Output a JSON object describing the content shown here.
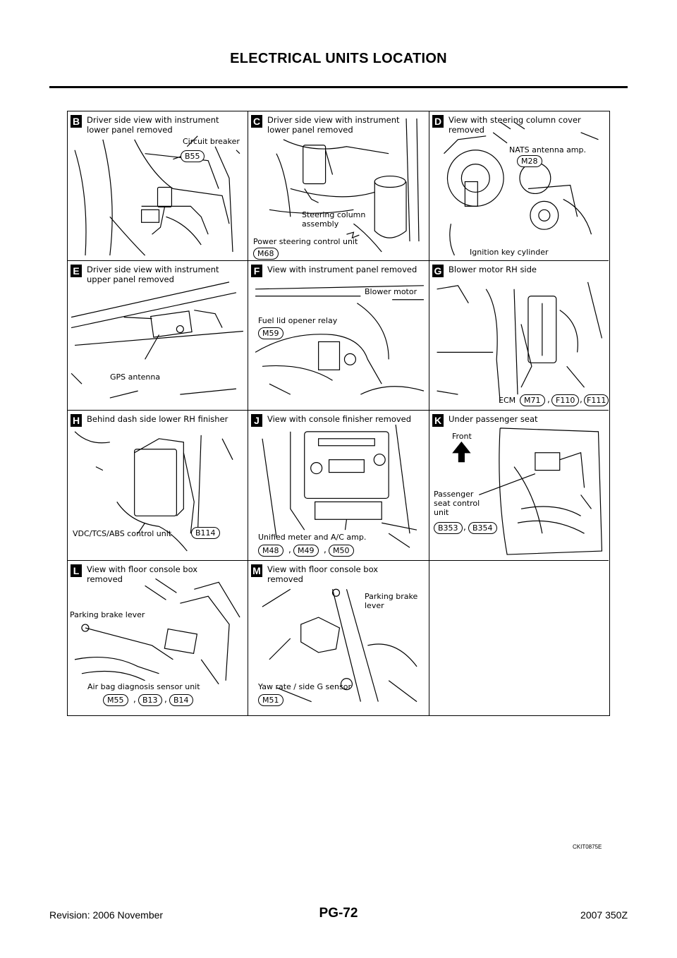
{
  "header": {
    "title": "ELECTRICAL UNITS LOCATION"
  },
  "panels": {
    "B": {
      "letter": "B",
      "heading": "Driver side view with instrument\nlower panel removed",
      "labels": {
        "circuit_breaker": "Circuit breaker"
      },
      "connectors": [
        "B55"
      ]
    },
    "C": {
      "letter": "C",
      "heading": "Driver side view with instrument\nlower panel removed",
      "labels": {
        "steering_column": "Steering column\nassembly",
        "psu": "Power steering control unit"
      },
      "connectors": [
        "M68"
      ]
    },
    "D": {
      "letter": "D",
      "heading": "View with steering column cover\nremoved",
      "labels": {
        "nats": "NATS antenna amp.",
        "ignition": "Ignition key cylinder"
      },
      "connectors": [
        "M28"
      ]
    },
    "E": {
      "letter": "E",
      "heading": "Driver side view with instrument\nupper panel removed",
      "labels": {
        "gps": "GPS antenna"
      },
      "connectors": []
    },
    "F": {
      "letter": "F",
      "heading": "View with instrument panel removed",
      "labels": {
        "blower": "Blower motor",
        "fuel": "Fuel lid opener relay"
      },
      "connectors": [
        "M59"
      ]
    },
    "G": {
      "letter": "G",
      "heading": "Blower motor RH side",
      "labels": {
        "ecm": "ECM"
      },
      "connectors": [
        "M71",
        "F110",
        "F111"
      ]
    },
    "H": {
      "letter": "H",
      "heading": "Behind dash side lower RH finisher",
      "labels": {
        "vdc": "VDC/TCS/ABS control unit"
      },
      "connectors": [
        "B114"
      ]
    },
    "J": {
      "letter": "J",
      "heading": "View with console finisher removed",
      "labels": {
        "unified": "Unified meter and A/C amp."
      },
      "connectors": [
        "M48",
        "M49",
        "M50"
      ]
    },
    "K": {
      "letter": "K",
      "heading": "Under passenger seat",
      "labels": {
        "front": "Front",
        "passenger": "Passenger\nseat control\nunit"
      },
      "connectors": [
        "B353",
        "B354"
      ]
    },
    "L": {
      "letter": "L",
      "heading": "View with floor console box\nremoved",
      "labels": {
        "parking": "Parking brake lever",
        "airbag": "Air bag diagnosis sensor unit"
      },
      "connectors": [
        "M55",
        "B13",
        "B14"
      ]
    },
    "M": {
      "letter": "M",
      "heading": "View with floor console box\nremoved",
      "labels": {
        "parking": "Parking brake\nlever",
        "yaw": "Yaw rate / side G sensor"
      },
      "connectors": [
        "M51"
      ]
    }
  },
  "figure_code": "CKIT0875E",
  "footer": {
    "revision": "Revision: 2006 November",
    "page": "PG-72",
    "model": "2007 350Z"
  }
}
